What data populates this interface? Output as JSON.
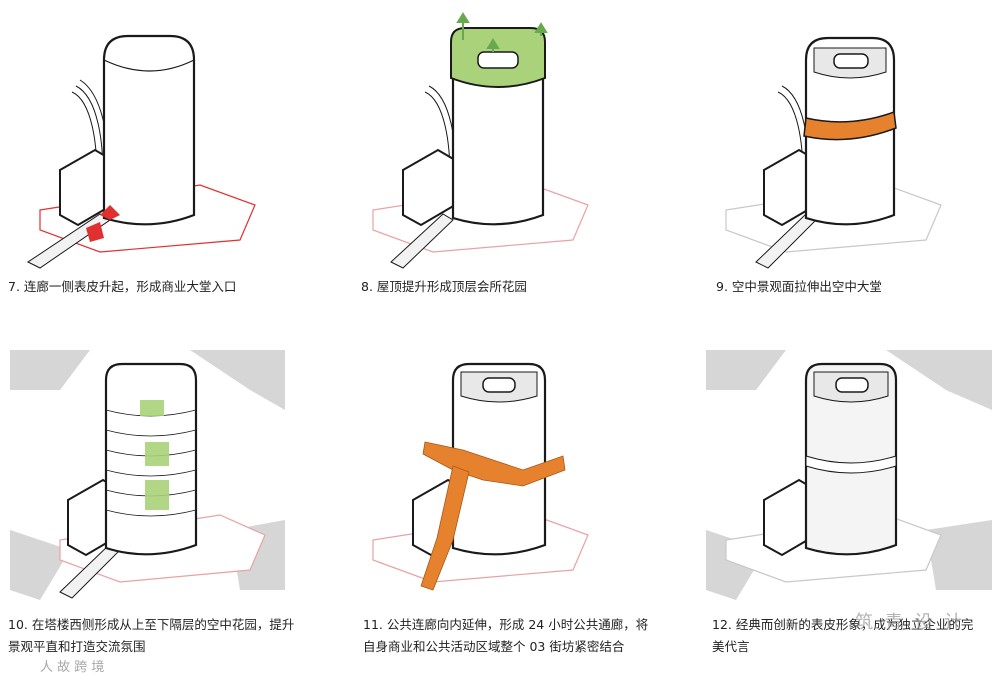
{
  "colors": {
    "ink": "#1a1a1a",
    "site_red": "#e03030",
    "site_pink": "#e9a2a2",
    "garden_green": "#a9d27a",
    "skylobby_orange": "#e6812e",
    "context_gray": "#d6d6d6",
    "arrow_green": "#6aa84f"
  },
  "panels": [
    {
      "caption_lines": [
        "7. 连廊一侧表皮升起，形成商业大堂入口"
      ]
    },
    {
      "caption_lines": [
        "8. 屋顶提升形成顶层会所花园"
      ]
    },
    {
      "caption_lines": [
        "9. 空中景观面拉伸出空中大堂"
      ]
    },
    {
      "caption_lines": [
        "10. 在塔楼西侧形成从上至下隔层的空中花园，提升",
        "景观平直和打造交流氛围"
      ]
    },
    {
      "caption_lines": [
        "11. 公共连廊向内延伸，形成 24 小时公共通廊，将",
        "自身商业和公共活动区域整个 03 街坊紧密结合"
      ]
    },
    {
      "caption_lines": [
        "12. 经典而创新的表皮形象，成为独立企业的完",
        "美代言"
      ]
    }
  ],
  "watermarks": {
    "right": "筑 青 设 计",
    "left": "人 故 跨 境"
  }
}
